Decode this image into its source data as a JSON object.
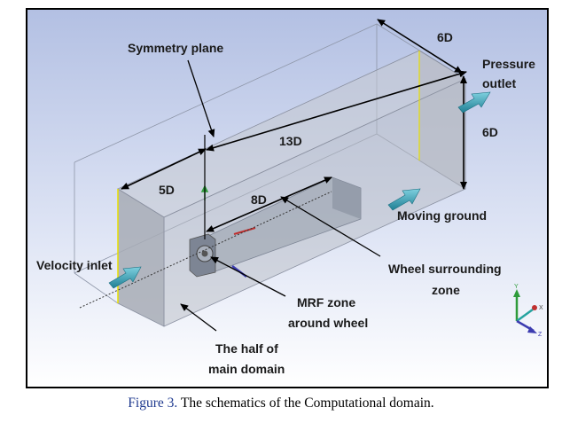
{
  "labels": {
    "symmetry_plane": "Symmetry plane",
    "dim_6d_top": "6D",
    "pressure_outlet_1": "Pressure",
    "pressure_outlet_2": "outlet",
    "dim_6d_right": "6D",
    "dim_13d": "13D",
    "dim_5d": "5D",
    "dim_8d": "8D",
    "moving_ground": "Moving ground",
    "velocity_inlet": "Velocity inlet",
    "wheel_surrounding_1": "Wheel surrounding",
    "wheel_surrounding_2": "zone",
    "mrf_zone_1": "MRF zone",
    "mrf_zone_2": "around wheel",
    "half_domain_1": "The half of",
    "half_domain_2": "main domain",
    "axis_y": "Y",
    "axis_x": "X",
    "axis_z": "Z"
  },
  "caption": {
    "figure_number": "Figure 3.",
    "text": " The schematics of the Computational domain."
  },
  "colors": {
    "background_top": "#b3c0e3",
    "background_bottom": "#ffffff",
    "box_face": "#b9bdc6",
    "flow_arrow": "#3aa3b8",
    "edge_highlight": "#e8e000",
    "caption_blue": "#1f3a8f"
  }
}
